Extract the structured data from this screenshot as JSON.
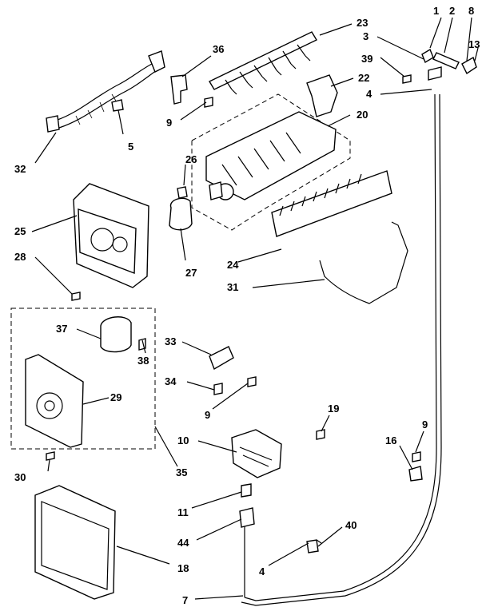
{
  "callouts": {
    "c1": "1",
    "c2": "2",
    "c3": "3",
    "c4a": "4",
    "c4b": "4",
    "c5": "5",
    "c7": "7",
    "c8": "8",
    "c9a": "9",
    "c9b": "9",
    "c9c": "9",
    "c10": "10",
    "c11": "11",
    "c13": "13",
    "c16": "16",
    "c18": "18",
    "c19": "19",
    "c20": "20",
    "c22": "22",
    "c23": "23",
    "c24": "24",
    "c25": "25",
    "c26": "26",
    "c27": "27",
    "c28": "28",
    "c29": "29",
    "c30": "30",
    "c31": "31",
    "c32": "32",
    "c33": "33",
    "c34": "34",
    "c35": "35",
    "c36": "36",
    "c37": "37",
    "c38": "38",
    "c39": "39",
    "c40": "40",
    "c44": "44"
  }
}
